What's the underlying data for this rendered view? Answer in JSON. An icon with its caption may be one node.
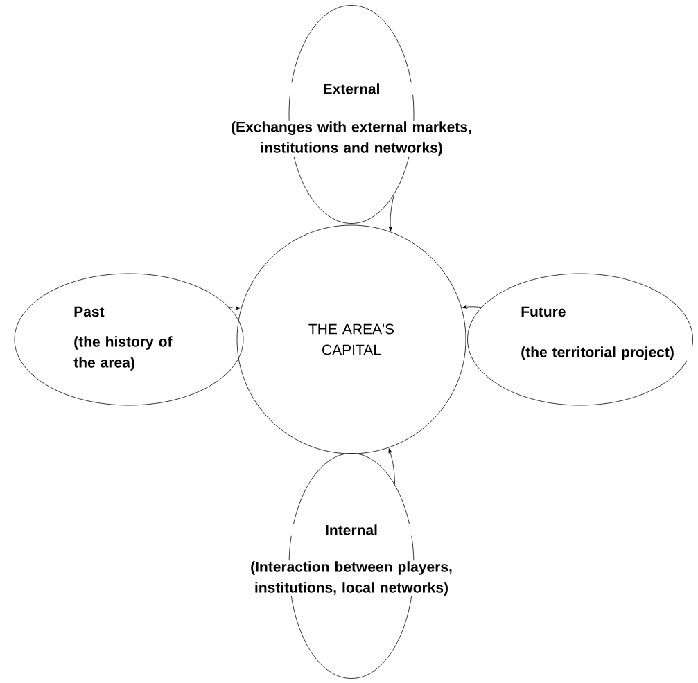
{
  "diagram": {
    "nodes": [
      {
        "text": [
          "External",
          "(Exchanges with external markets, institutions and networks)"
        ]
      },
      {
        "text": [
          "Past",
          "(the history of the area)"
        ]
      },
      {
        "text": [
          "THE AREA'S CAPITAL"
        ]
      },
      {
        "text": [
          "Future",
          "(the territorial project)"
        ]
      },
      {
        "text": [
          "Internal",
          "(Interaction between players, institutions, local networks)"
        ]
      }
    ],
    "edges": [
      {
        "from": 0,
        "to": 2,
        "arrow": "to"
      },
      {
        "from": 1,
        "to": 2,
        "arrow": "to"
      },
      {
        "from": 3,
        "to": 2,
        "arrow": "to"
      },
      {
        "from": 4,
        "to": 2,
        "arrow": "to"
      }
    ]
  }
}
